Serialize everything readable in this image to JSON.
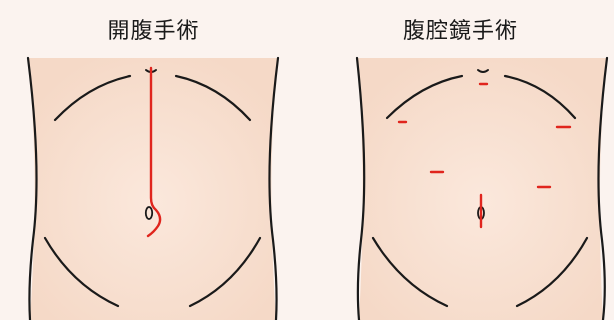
{
  "panels": [
    {
      "title": "開腹手術",
      "incisions": "single-midline-incision"
    },
    {
      "title": "腹腔鏡手術",
      "incisions": "multiple-small-port-incisions"
    }
  ],
  "colors": {
    "background": "#fbf3ef",
    "skin_center": "#f9e3d4",
    "skin_edge": "#f6dccc",
    "outline": "#1a1a1a",
    "incision": "#e0251d"
  }
}
